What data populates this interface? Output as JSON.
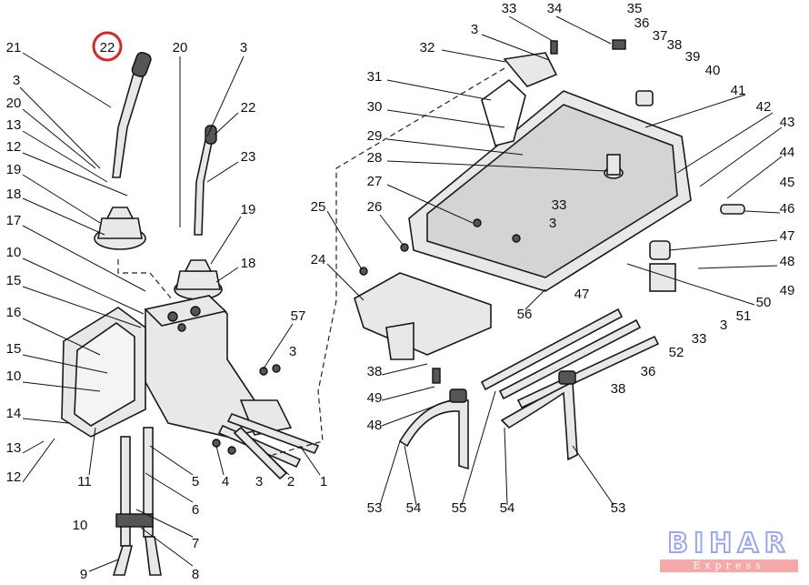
{
  "diagram": {
    "highlighted_label": "22",
    "highlight_color": "#d9262b",
    "left_labels": [
      "21",
      "22",
      "20",
      "3",
      "3",
      "20",
      "13",
      "12",
      "19",
      "18",
      "17",
      "22",
      "23",
      "19",
      "18",
      "10",
      "15",
      "16",
      "15",
      "10",
      "14",
      "13",
      "12",
      "11",
      "57",
      "3",
      "5",
      "6",
      "7",
      "8",
      "9",
      "10",
      "4",
      "3",
      "2",
      "1"
    ],
    "right_labels": [
      "33",
      "34",
      "35",
      "36",
      "3",
      "37",
      "32",
      "38",
      "39",
      "40",
      "31",
      "41",
      "30",
      "42",
      "43",
      "29",
      "44",
      "28",
      "45",
      "27",
      "33",
      "46",
      "25",
      "26",
      "3",
      "47",
      "24",
      "48",
      "49",
      "47",
      "50",
      "56",
      "51",
      "3",
      "33",
      "52",
      "36",
      "38",
      "38",
      "49",
      "48",
      "53",
      "54",
      "55",
      "54",
      "53"
    ]
  },
  "logo": {
    "title": "BIHAR",
    "subtitle": "Express"
  }
}
